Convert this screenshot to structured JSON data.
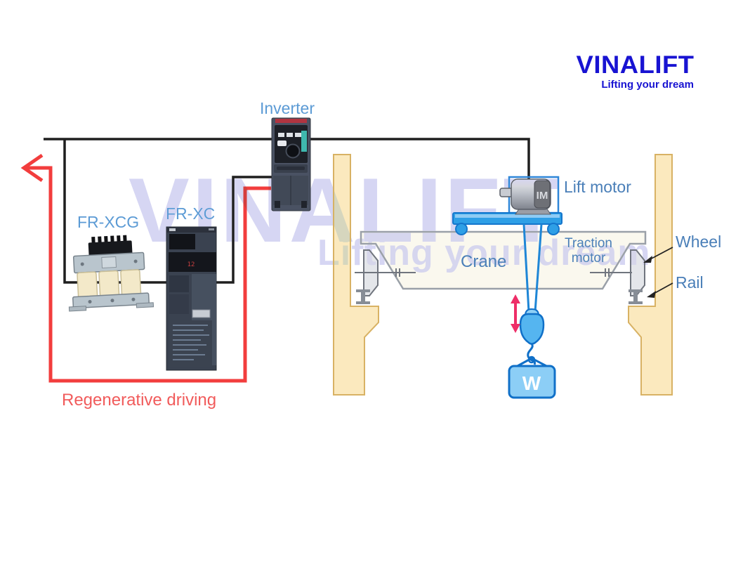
{
  "brand": {
    "name": "VINALIFT",
    "tagline": "Lifting your dream"
  },
  "watermark": {
    "line1": "VINALIFT",
    "line2": "Lifting your dream"
  },
  "labels": {
    "inverter": "Inverter",
    "reactor": "FR-XCG",
    "converter": "FR-XC",
    "regenerative": "Regenerative driving",
    "crane": "Crane",
    "traction_motor_line1": "Traction",
    "traction_motor_line2": "motor",
    "lift_motor": "Lift motor",
    "wheel": "Wheel",
    "rail": "Rail"
  },
  "devices": {
    "lift_motor_marking": "IM",
    "load_marking": "W",
    "converter_display": "12"
  },
  "colors": {
    "label_blue": "#4a7fb8",
    "component_label_blue": "#5c9bd5",
    "regen_red": "#f23d3d",
    "regen_text_red": "#f15b5b",
    "hoist_pink": "#ee2e68",
    "wire_black": "#1f1f1f",
    "crane_blue": "#2e9fe6",
    "pillar_beige": "#fbe9be",
    "logo_blue": "#1813d2",
    "watermark_lavender": "#d6d6f3"
  }
}
